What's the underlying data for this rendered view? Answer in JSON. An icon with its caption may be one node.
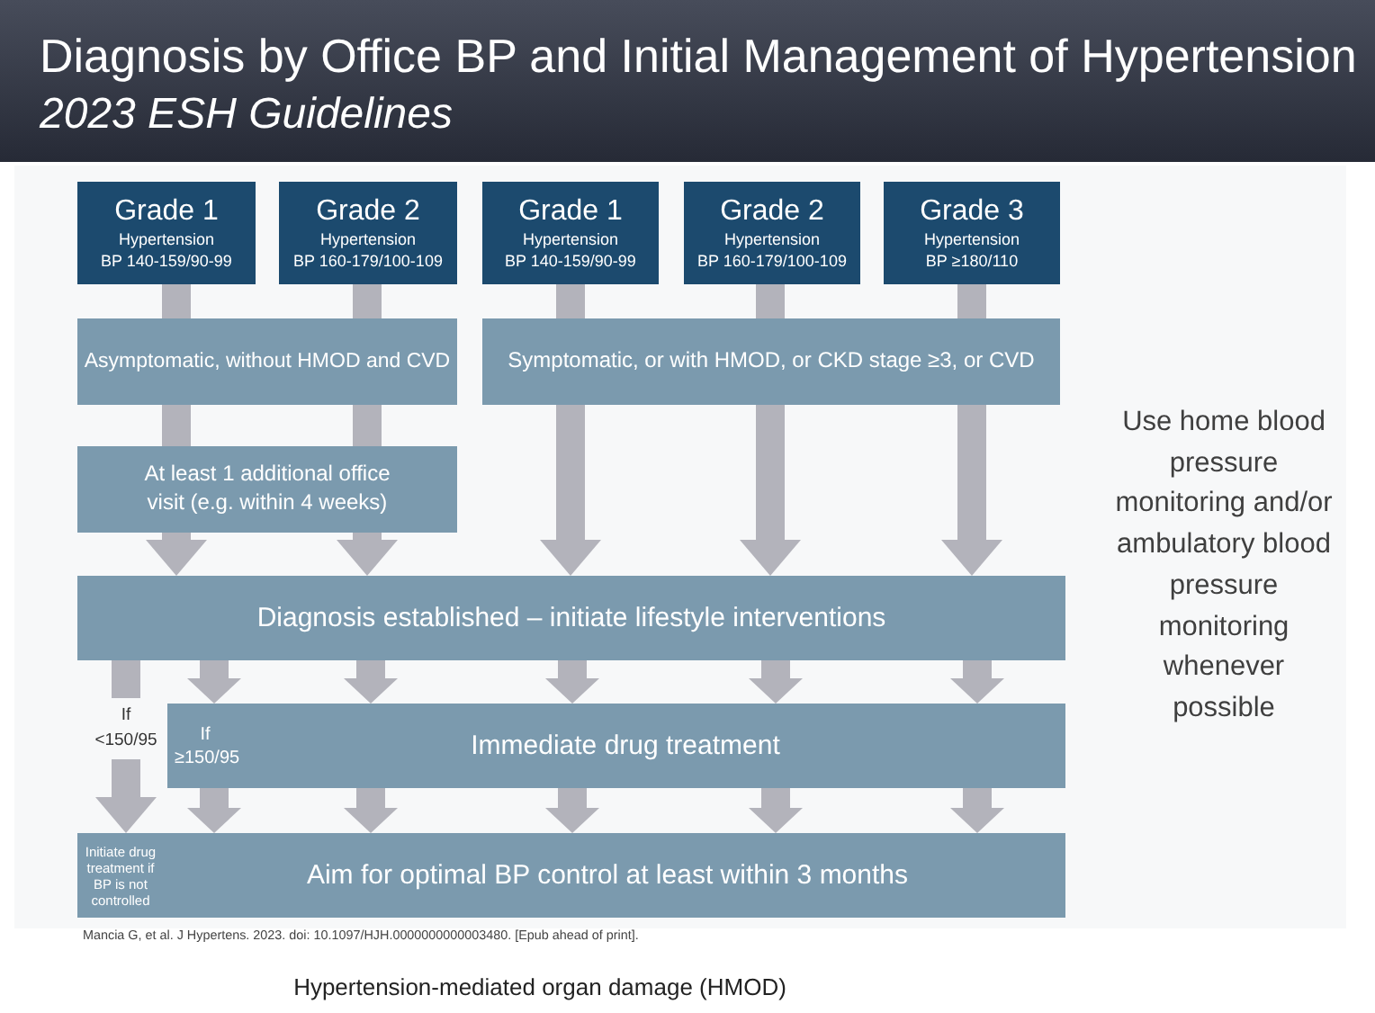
{
  "diagram": {
    "title": "Diagnosis by Office BP and Initial Management of Hypertension",
    "nodes": [
      {
        "text": [
          "Grade 1",
          "Hypertension",
          "BP 140-159/90-99"
        ]
      },
      {
        "text": [
          "Grade 2",
          "Hypertension",
          "BP 160-179/100-109"
        ]
      },
      {
        "text": [
          "Grade 1",
          "Hypertension",
          "BP 140-159/90-99"
        ]
      },
      {
        "text": [
          "Grade 2",
          "Hypertension",
          "BP 160-179/100-109"
        ]
      },
      {
        "text": [
          "Grade 3",
          "Hypertension",
          "BP ≥180/110"
        ]
      },
      {
        "text": [
          "Asymptomatic, without HMOD and CVD"
        ]
      },
      {
        "text": [
          "Symptomatic, or with HMOD, or CKD stage ≥3, or CVD"
        ]
      },
      {
        "text": [
          "At least 1 additional office visit (e.g. within 4 weeks)"
        ]
      },
      {
        "text": [
          "Diagnosis established – initiate lifestyle interventions"
        ]
      },
      {
        "text": [
          "If ≥150/95",
          "Immediate drug treatment"
        ]
      },
      {
        "text": [
          "Initiate drug treatment if BP is not controlled",
          "Aim for optimal BP control at least within 3 months"
        ]
      }
    ],
    "edges": [
      {
        "from": 0,
        "to": 5,
        "arrow": "none"
      },
      {
        "from": 1,
        "to": 5,
        "arrow": "none"
      },
      {
        "from": 2,
        "to": 6,
        "arrow": "none"
      },
      {
        "from": 3,
        "to": 6,
        "arrow": "none"
      },
      {
        "from": 4,
        "to": 6,
        "arrow": "none"
      },
      {
        "from": 5,
        "to": 7,
        "arrow": "none"
      },
      {
        "from": 5,
        "to": 7,
        "arrow": "none"
      },
      {
        "from": 7,
        "to": 8,
        "arrow": "to"
      },
      {
        "from": 7,
        "to": 8,
        "arrow": "to"
      },
      {
        "from": 6,
        "to": 8,
        "arrow": "to"
      },
      {
        "from": 6,
        "to": 8,
        "arrow": "to"
      },
      {
        "from": 6,
        "to": 8,
        "arrow": "to"
      },
      {
        "from": 8,
        "to": 10,
        "arrow": "to",
        "label": "If <150/95"
      },
      {
        "from": 8,
        "to": 9,
        "arrow": "to"
      },
      {
        "from": 8,
        "to": 9,
        "arrow": "to"
      },
      {
        "from": 8,
        "to": 9,
        "arrow": "to"
      },
      {
        "from": 8,
        "to": 9,
        "arrow": "to"
      },
      {
        "from": 8,
        "to": 9,
        "arrow": "to"
      },
      {
        "from": 9,
        "to": 10,
        "arrow": "to"
      },
      {
        "from": 9,
        "to": 10,
        "arrow": "to"
      },
      {
        "from": 9,
        "to": 10,
        "arrow": "to"
      },
      {
        "from": 9,
        "to": 10,
        "arrow": "to"
      },
      {
        "from": 9,
        "to": 10,
        "arrow": "to"
      }
    ],
    "labels": [
      "2023 ESH Guidelines",
      "Use home blood pressure monitoring and/or ambulatory blood pressure monitoring whenever possible",
      "Mancia G, et al. J Hypertens. 2023. doi: 10.1097/HJH.0000000000003480. [Epub ahead of print].",
      "Hypertension-mediated organ damage (HMOD)"
    ]
  }
}
